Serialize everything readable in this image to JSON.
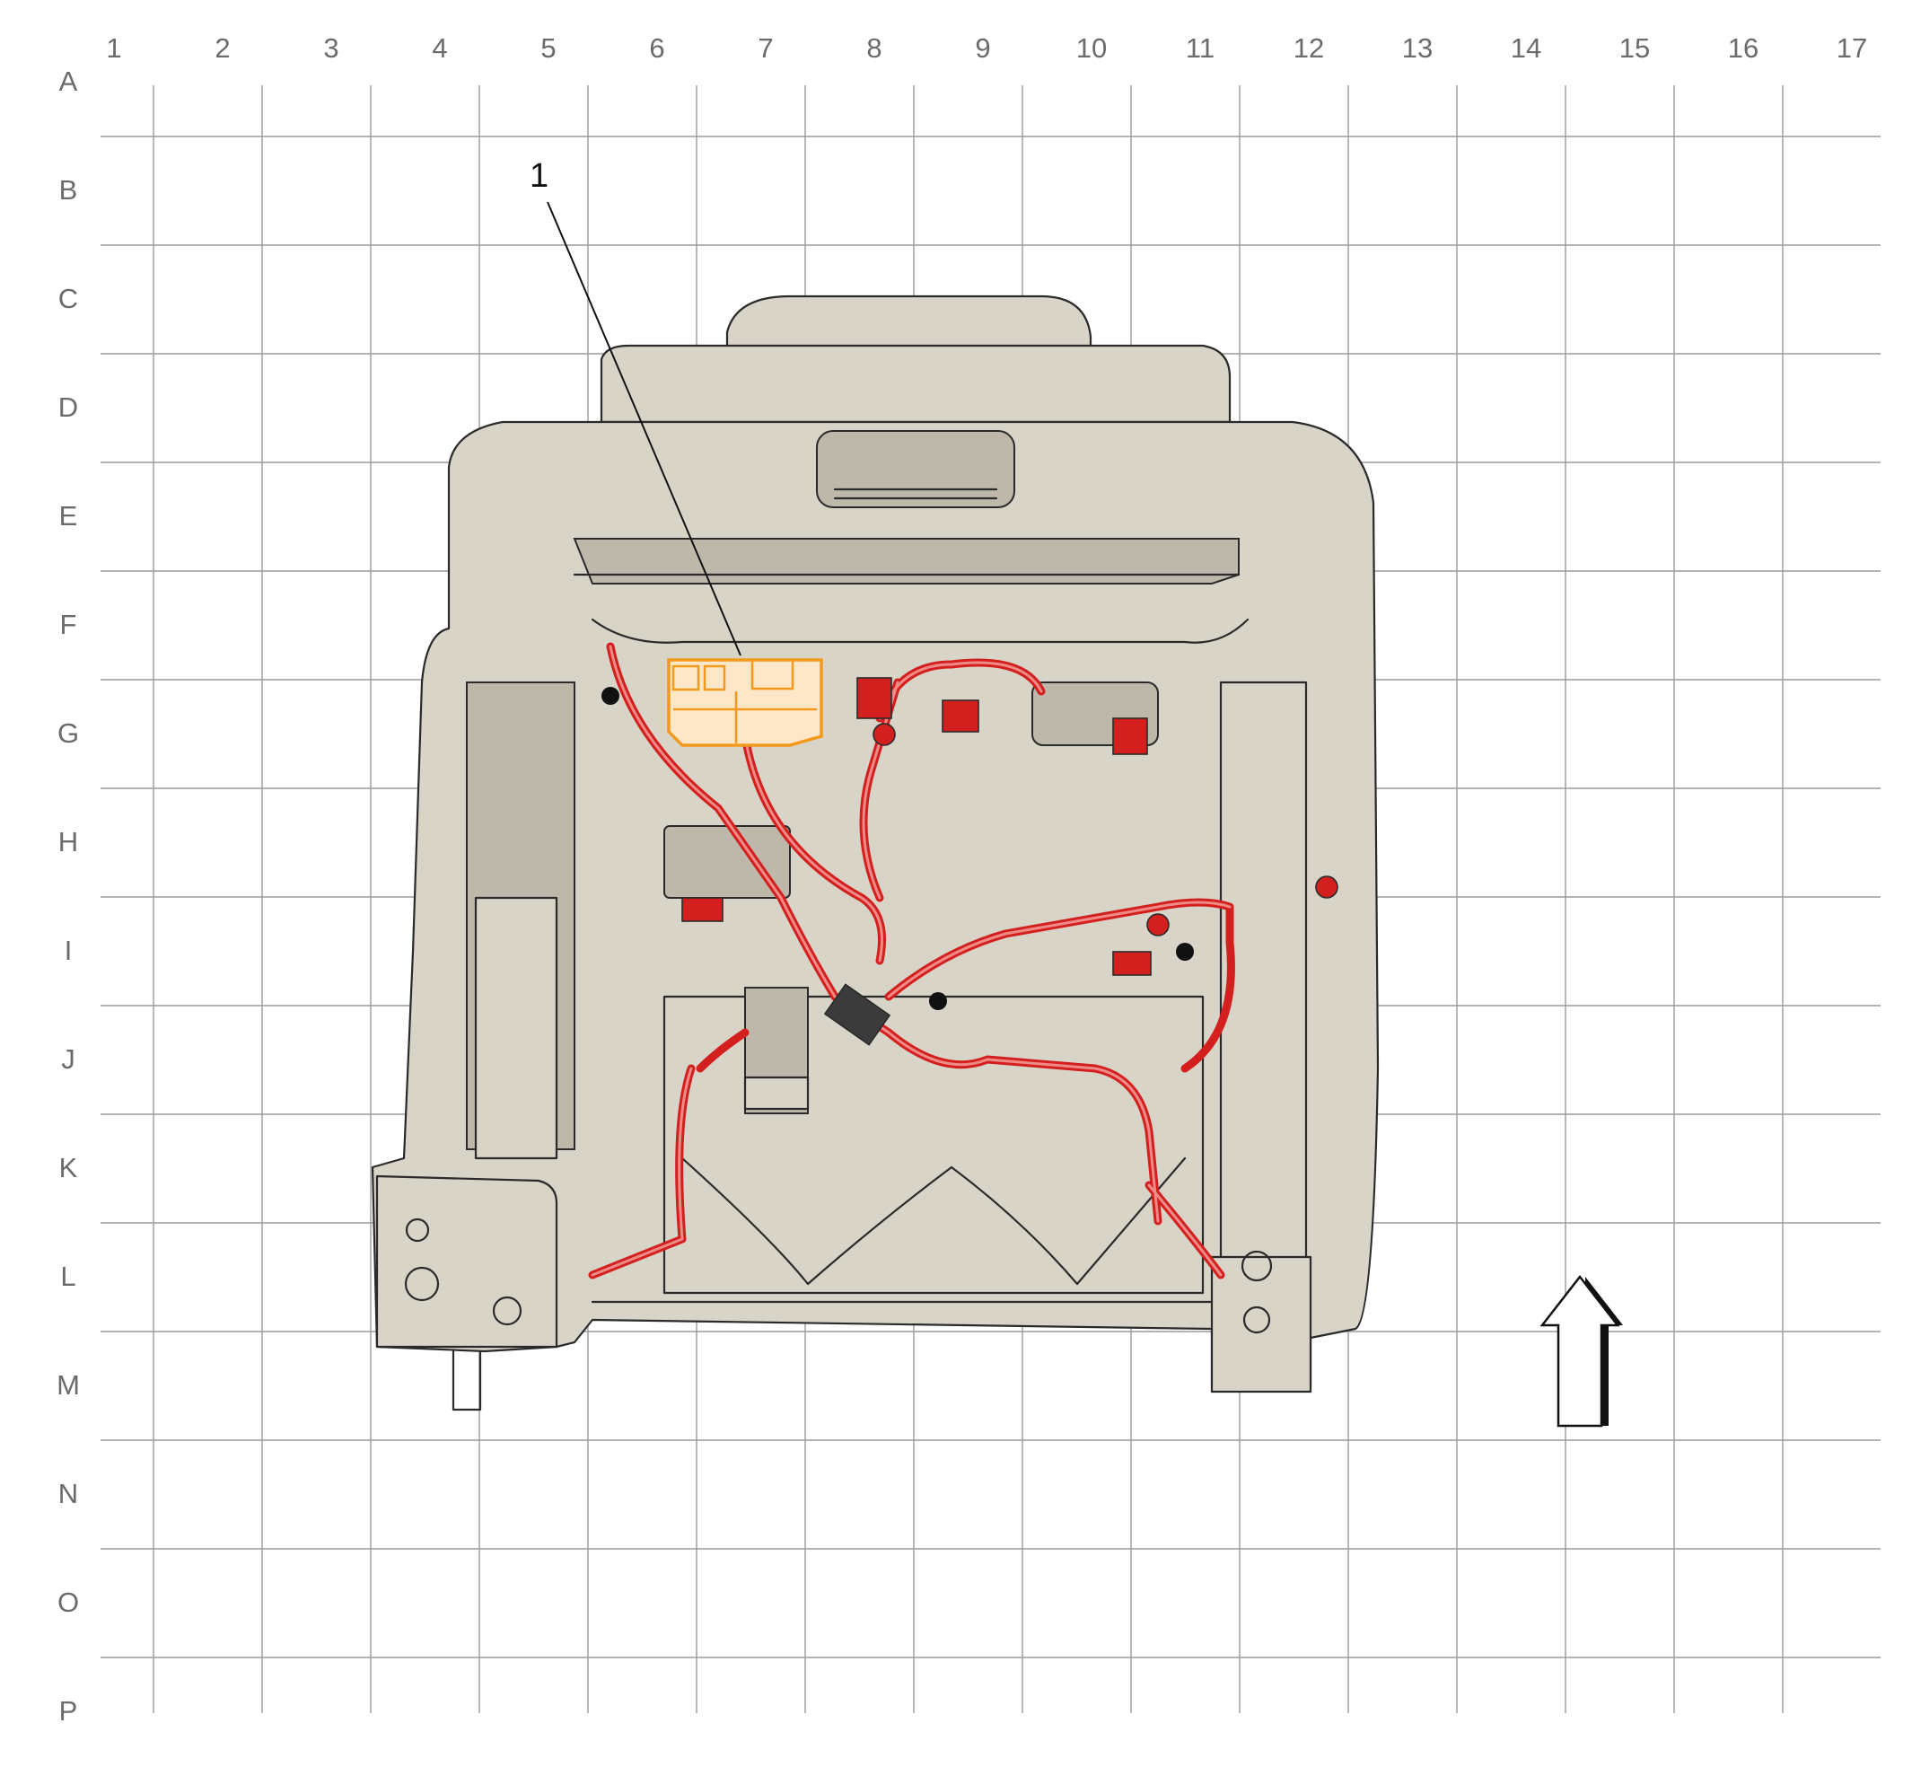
{
  "grid": {
    "columns": [
      "1",
      "2",
      "3",
      "4",
      "5",
      "6",
      "7",
      "8",
      "9",
      "10",
      "11",
      "12",
      "13",
      "14",
      "15",
      "16",
      "17"
    ],
    "rows": [
      "A",
      "B",
      "C",
      "D",
      "E",
      "F",
      "G",
      "H",
      "I",
      "J",
      "K",
      "L",
      "M",
      "N",
      "O",
      "P"
    ]
  },
  "callouts": [
    {
      "number": "1",
      "target": "highlighted-component"
    }
  ],
  "colors": {
    "grid": "#9a9a9a",
    "label": "#6b6b6b",
    "body": "#d8d4c7",
    "outline": "#2a2a2a",
    "harness": "#d3201f",
    "harness_light": "#f08a86",
    "highlight": "#f39a1d"
  },
  "icons": {
    "direction_arrow": "up-arrow-icon"
  }
}
